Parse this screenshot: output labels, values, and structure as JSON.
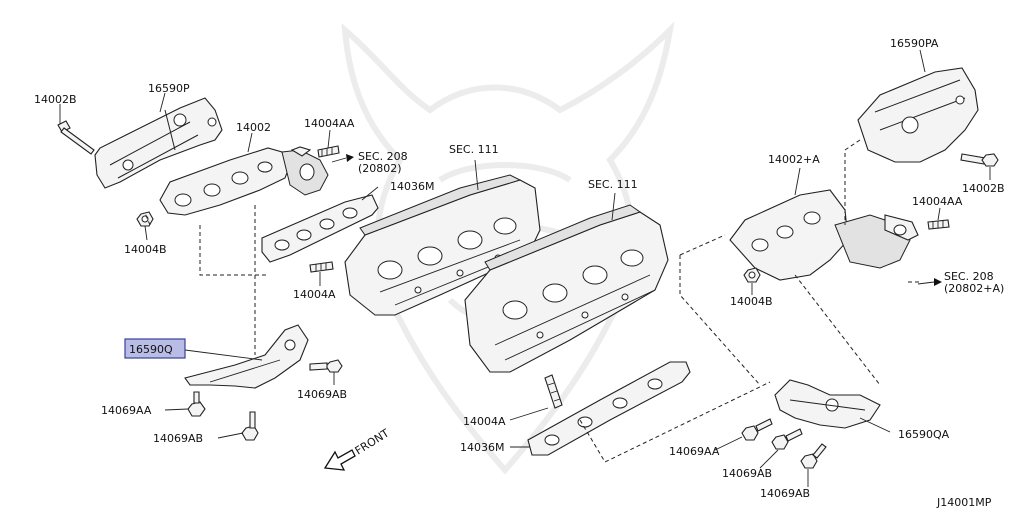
{
  "diagram_code": "J14001MP",
  "front_label": "FRONT",
  "highlighted_part": "16590Q",
  "colors": {
    "highlight_fill": "#b9bde6",
    "highlight_border": "#3a3f9a",
    "line": "#222222"
  },
  "labels": {
    "p14002B_left": "14002B",
    "p16590P": "16590P",
    "p14002": "14002",
    "p14004AA_left": "14004AA",
    "sec208_left": "SEC. 208",
    "sec208_left_sub": "(20802)",
    "p14036M_top": "14036M",
    "p14004B_left": "14004B",
    "p14004A_top": "14004A",
    "sec111_left": "SEC. 111",
    "sec111_right": "SEC. 111",
    "p16590Q": "16590Q",
    "p14069AB_mid": "14069AB",
    "p14069AA_left": "14069AA",
    "p14069AB_left": "14069AB",
    "p14004A_bottom": "14004A",
    "p14036M_bottom": "14036M",
    "p16590PA": "16590PA",
    "p14002A": "14002+A",
    "p14002B_right": "14002B",
    "p14004AA_right": "14004AA",
    "p14004B_right": "14004B",
    "sec208_right": "SEC. 208",
    "sec208_right_sub": "(20802+A)",
    "p14069AA_right": "14069AA",
    "p16590QA": "16590QA",
    "p14069AB_r1": "14069AB",
    "p14069AB_r2": "14069AB"
  }
}
